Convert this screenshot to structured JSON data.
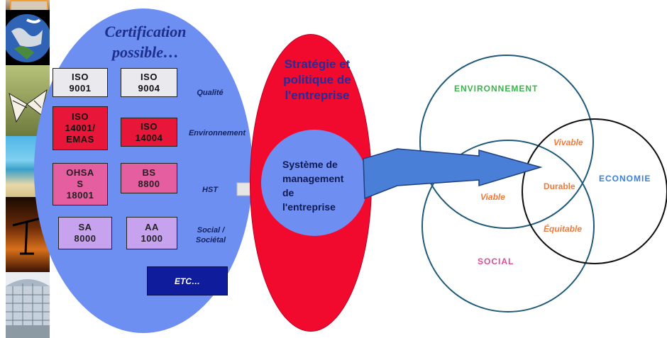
{
  "certification": {
    "title_line1": "Certification",
    "title_line2": "possible…",
    "boxes": [
      {
        "line1": "ISO",
        "line2": "9001"
      },
      {
        "line1": "ISO",
        "line2": "9004"
      },
      {
        "line1": "ISO",
        "line2": "14001/",
        "line3": "EMAS"
      },
      {
        "line1": "ISO",
        "line2": "14004"
      },
      {
        "line1": "OHSA",
        "line2": "S",
        "line3": "18001"
      },
      {
        "line1": "BS",
        "line2": "8800"
      },
      {
        "line1": "SA",
        "line2": "8000"
      },
      {
        "line1": "AA",
        "line2": "1000"
      }
    ],
    "categories": {
      "qualite": "Qualité",
      "environnement": "Environnement",
      "hst": "HST",
      "social_line1": "Social /",
      "social_line2": "Sociétal"
    },
    "etc": "ETC…"
  },
  "strategy": {
    "line1": "Stratégie et",
    "line2": "politique de",
    "line3": "l'entreprise"
  },
  "management": {
    "line1": "Système de",
    "line2": "management",
    "line3": "de",
    "line4": "l'entreprise"
  },
  "venn": {
    "environnement": "ENVIRONNEMENT",
    "economie": "ECONOMIE",
    "social": "SOCIAL",
    "vivable": "Vivable",
    "viable": "Viable",
    "durable": "Durable",
    "equitable": "Équitable"
  },
  "colors": {
    "blue_ellipse": "#6d8ff2",
    "red_ellipse": "#f20a2e",
    "circle_stroke": "#1f5a78",
    "env_green": "#39b54a",
    "eco_blue": "#3f7fd8",
    "social_pink": "#e04a9a",
    "orange": "#f07a3a"
  }
}
